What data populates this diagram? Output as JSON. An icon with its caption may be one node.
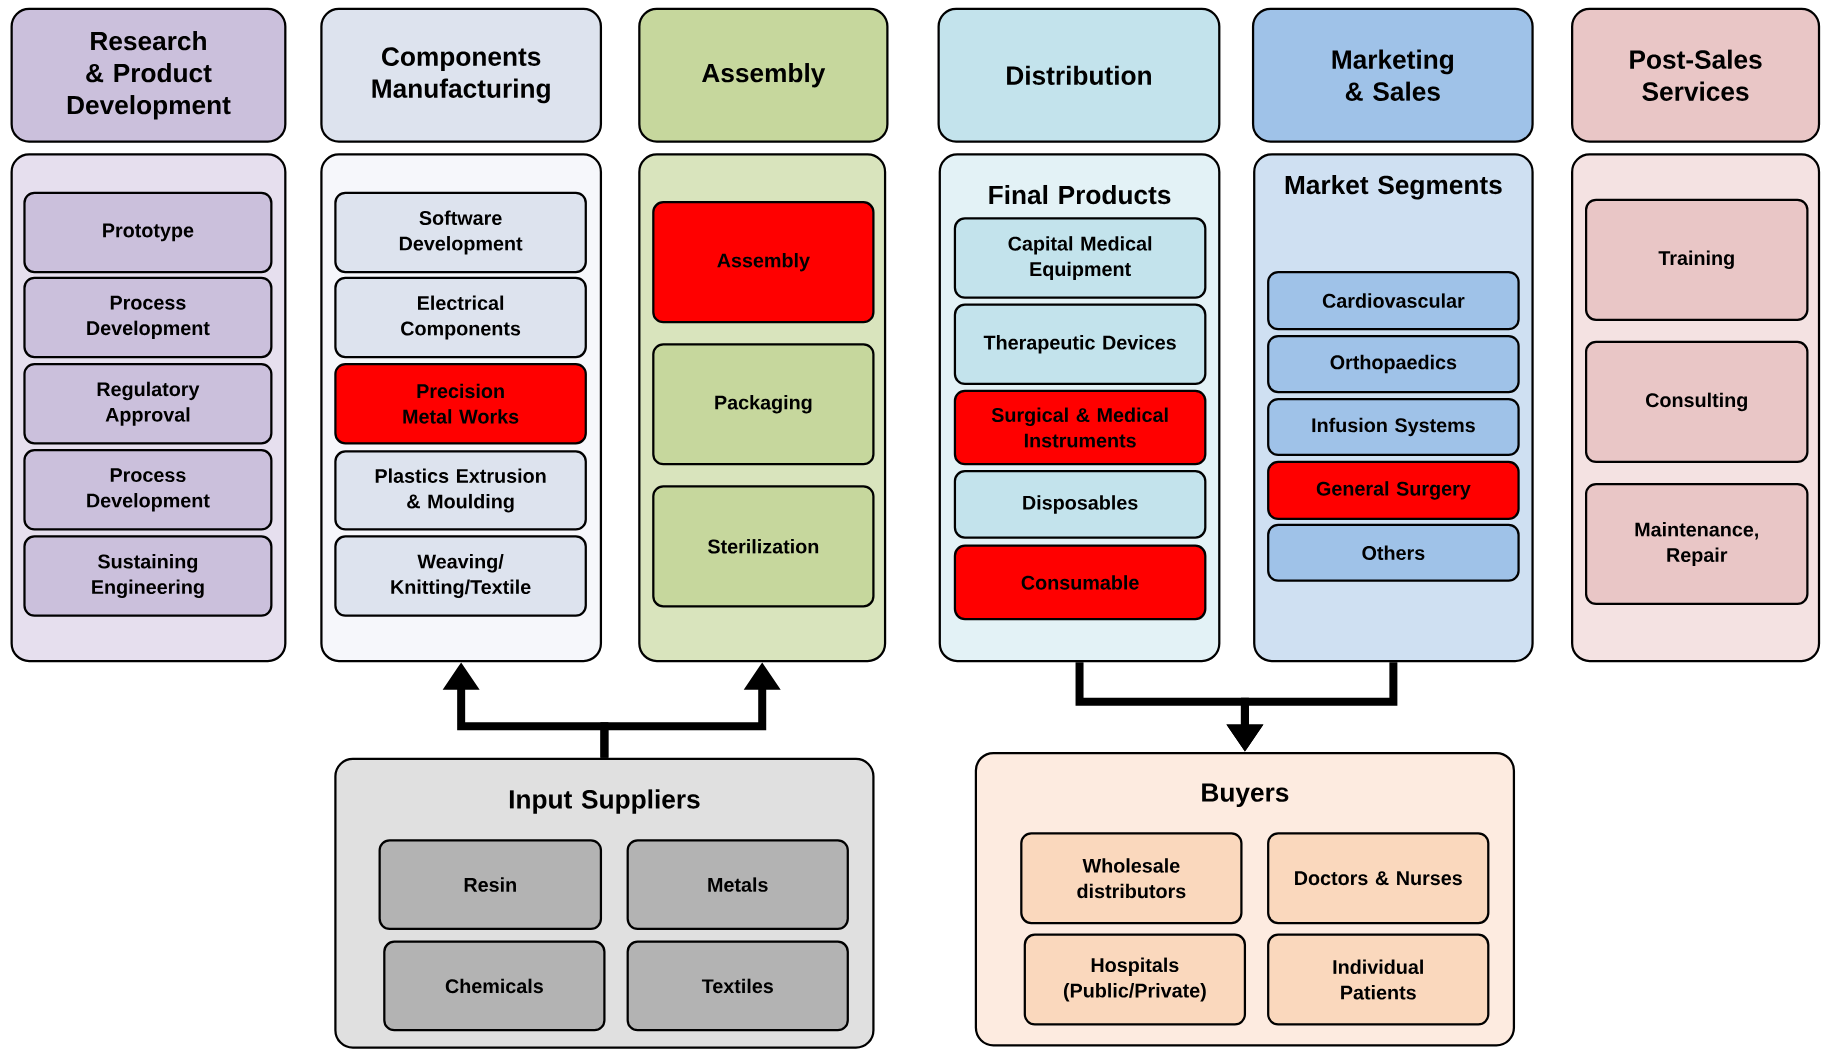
{
  "diagram": {
    "nodes": [
      {
        "text": [
          "Research & Product Development"
        ]
      },
      {
        "text": [],
        "shape": "box"
      },
      {
        "text": [
          "Prototype"
        ],
        "in": 1
      },
      {
        "text": [
          "Process Development"
        ],
        "in": 1
      },
      {
        "text": [
          "Regulatory Approval"
        ],
        "in": 1
      },
      {
        "text": [
          "Process Development"
        ],
        "in": 1
      },
      {
        "text": [
          "Sustaining Engineering"
        ],
        "in": 1
      },
      {
        "text": [
          "Components Manufacturing"
        ]
      },
      {
        "text": [],
        "shape": "box"
      },
      {
        "text": [
          "Software Development"
        ],
        "in": 8
      },
      {
        "text": [
          "Electrical Components"
        ],
        "in": 8
      },
      {
        "text": [
          "Precision Metal Works"
        ],
        "in": 8
      },
      {
        "text": [
          "Plastics Extrusion & Moulding"
        ],
        "in": 8
      },
      {
        "text": [
          "Weaving/ Knitting/Textile"
        ],
        "in": 8
      },
      {
        "text": [
          "Assembly"
        ]
      },
      {
        "text": [],
        "shape": "box"
      },
      {
        "text": [
          "Assembly"
        ],
        "in": 15
      },
      {
        "text": [
          "Packaging"
        ],
        "in": 15
      },
      {
        "text": [
          "Sterilization"
        ],
        "in": 15
      },
      {
        "text": [
          "Distribution"
        ]
      },
      {
        "text": [
          "Final Products"
        ]
      },
      {
        "text": [
          "Capital Medical Equipment"
        ],
        "in": 20
      },
      {
        "text": [
          "Therapeutic Devices"
        ],
        "in": 20
      },
      {
        "text": [
          "Surgical & Medical Instruments"
        ],
        "in": 20
      },
      {
        "text": [
          "Disposables"
        ],
        "in": 20
      },
      {
        "text": [
          "Consumable"
        ],
        "in": 20
      },
      {
        "text": [
          "Marketing & Sales"
        ]
      },
      {
        "text": [
          "Market Segments"
        ]
      },
      {
        "text": [
          "Cardiovascular"
        ],
        "in": 27
      },
      {
        "text": [
          "Orthopaedics"
        ],
        "in": 27
      },
      {
        "text": [
          "Infusion Systems"
        ],
        "in": 27
      },
      {
        "text": [
          "General Surgery"
        ],
        "in": 27
      },
      {
        "text": [
          "Others"
        ],
        "in": 27
      },
      {
        "text": [
          "Post-Sales Services"
        ]
      },
      {
        "text": [],
        "shape": "box"
      },
      {
        "text": [
          "Training"
        ],
        "in": 34
      },
      {
        "text": [
          "Consulting"
        ],
        "in": 34
      },
      {
        "text": [
          "Maintenance, Repair"
        ],
        "in": 34
      },
      {
        "text": [
          "Input Suppliers"
        ]
      },
      {
        "text": [
          "Resin"
        ],
        "in": 38
      },
      {
        "text": [
          "Metals"
        ],
        "in": 38
      },
      {
        "text": [
          "Chemicals"
        ],
        "in": 38
      },
      {
        "text": [
          "Textiles"
        ],
        "in": 38
      },
      {
        "text": [
          "Buyers"
        ]
      },
      {
        "text": [
          "Wholesale distributors"
        ],
        "in": 43
      },
      {
        "text": [
          "Doctors & Nurses"
        ],
        "in": 43
      },
      {
        "text": [
          "Hospitals (Public/Private)"
        ],
        "in": 43
      },
      {
        "text": [
          "Individual Patients"
        ],
        "in": 43
      }
    ],
    "edges": [
      {
        "from": 38,
        "to": 8,
        "arrow": "to"
      },
      {
        "from": 38,
        "to": 15,
        "arrow": "to"
      },
      {
        "from": 20,
        "to": 43,
        "arrow": "to"
      },
      {
        "from": 27,
        "to": 43,
        "arrow": "to"
      }
    ]
  }
}
